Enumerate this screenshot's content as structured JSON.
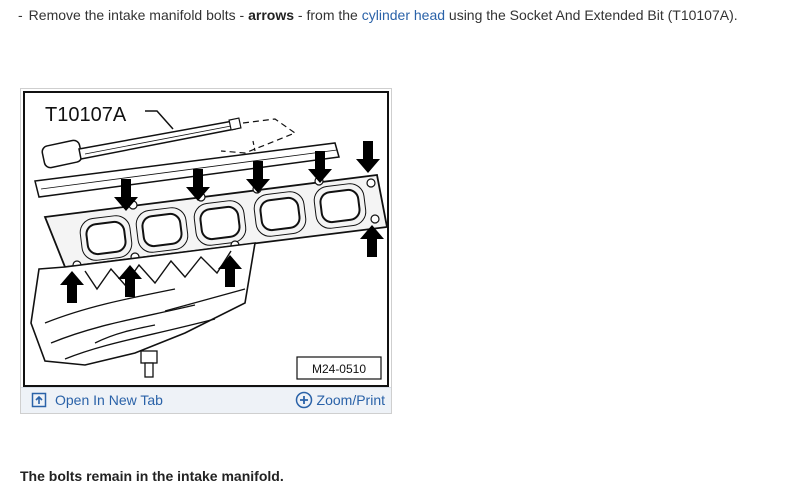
{
  "instruction": {
    "bullet": "-",
    "text_before": "Remove the intake manifold bolts - ",
    "bold_word": "arrows",
    "text_middle": " - from the ",
    "link_text": "cylinder head",
    "text_after": " using the Socket And Extended Bit (T10107A)."
  },
  "figure": {
    "tool_label": "T10107A",
    "figure_code": "M24-0510",
    "open_tab_label": "Open In New Tab",
    "zoom_label": "Zoom/Print",
    "icons": {
      "open_tab": "open-external-icon",
      "zoom": "zoom-plus-icon"
    }
  },
  "note": {
    "text": "The bolts remain in the intake manifold."
  },
  "colors": {
    "link": "#2a62a8",
    "footer_bg": "#eef2f7",
    "text": "#333333"
  }
}
